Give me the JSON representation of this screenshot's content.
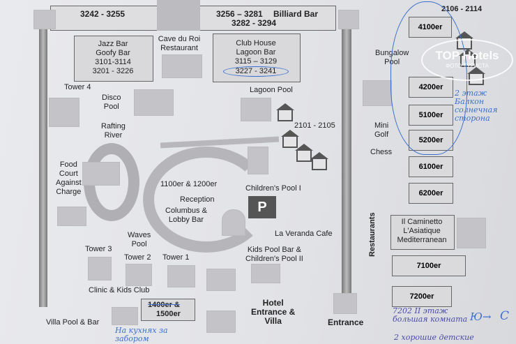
{
  "header": {
    "left_rooms": "3242 - 3255",
    "mid_rooms": "3256 – 3281",
    "billiard": "Billiard Bar",
    "billiard_rooms": "3282 - 3294",
    "top_right_rooms": "2106 - 2114"
  },
  "venues": {
    "jazz": [
      "Jazz Bar",
      "Goofy Bar",
      "3101-3114",
      "3201 - 3226"
    ],
    "cave": [
      "Cave du Roi",
      "Restaurant"
    ],
    "club": [
      "Club House",
      "Lagoon Bar",
      "3115 – 3129",
      "3227 - 3241"
    ],
    "tower4": "Tower 4",
    "disco": [
      "Disco",
      "Pool"
    ],
    "lagoon_pool": "Lagoon Pool",
    "rafting": [
      "Rafting",
      "River"
    ],
    "rooms_2101": "2101 - 2105",
    "food": [
      "Food",
      "Court",
      "Against",
      "Charge"
    ],
    "rooms_1100": "1100er & 1200er",
    "reception": "Reception",
    "columbus": [
      "Columbus &",
      "Lobby Bar"
    ],
    "childrens_pool": "Children's Pool I",
    "parking": "P",
    "veranda": "La Veranda Cafe",
    "waves": [
      "Waves",
      "Pool"
    ],
    "kids_pool": [
      "Kids Pool  Bar &",
      "Children's Pool II"
    ],
    "tower3": "Tower 3",
    "tower2": "Tower 2",
    "tower1": "Tower 1",
    "clinic": "Clinic & Kids Club",
    "villa_pool": "Villa Pool & Bar",
    "rooms_1400": "1400er &",
    "rooms_1500": "1500er",
    "hotel_entrance": [
      "Hotel",
      "Entrance &",
      "Villa"
    ],
    "entrance": "Entrance",
    "bungalow": [
      "Bungalow",
      "Pool"
    ],
    "mini_golf": [
      "Mini",
      "Golf"
    ],
    "chess": "Chess",
    "restaurants": "Restaurants",
    "restaurant_names": [
      "Il Caminetto",
      "L'Asiatique",
      "Mediterranean"
    ]
  },
  "right_rooms": [
    "4100er",
    "4200er",
    "5100er",
    "5200er",
    "6100er",
    "6200er",
    "7100er",
    "7200er"
  ],
  "handwritten": {
    "balcony": [
      "2 этаж",
      "Балкон",
      "солнечная",
      "сторона"
    ],
    "note_7202": [
      "7202  II этаж",
      "большая комната"
    ],
    "direction": [
      "Ю",
      "→",
      "С"
    ],
    "kids": "2 хорошие детские",
    "bottom": [
      "На кухнях за",
      "забором"
    ]
  },
  "watermark": {
    "brand": "TOP Hotels",
    "sub": "ФОТО ТУРИСТА"
  },
  "colors": {
    "ink": "#3a6fd0",
    "paper": "#e6e7eb"
  }
}
